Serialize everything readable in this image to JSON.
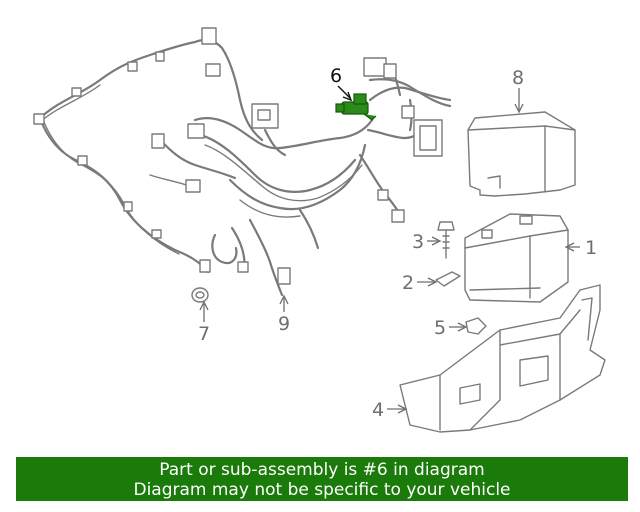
{
  "callouts": {
    "c1": "1",
    "c2": "2",
    "c3": "3",
    "c4": "4",
    "c5": "5",
    "c6": "6",
    "c7": "7",
    "c8": "8",
    "c9": "9"
  },
  "highlight_part": "6",
  "highlight_color": "#2a8a1a",
  "banner": {
    "line1": "Part or sub-assembly is #6 in diagram",
    "line2": "Diagram may not be specific to your vehicle",
    "background": "#1a7a0a"
  }
}
